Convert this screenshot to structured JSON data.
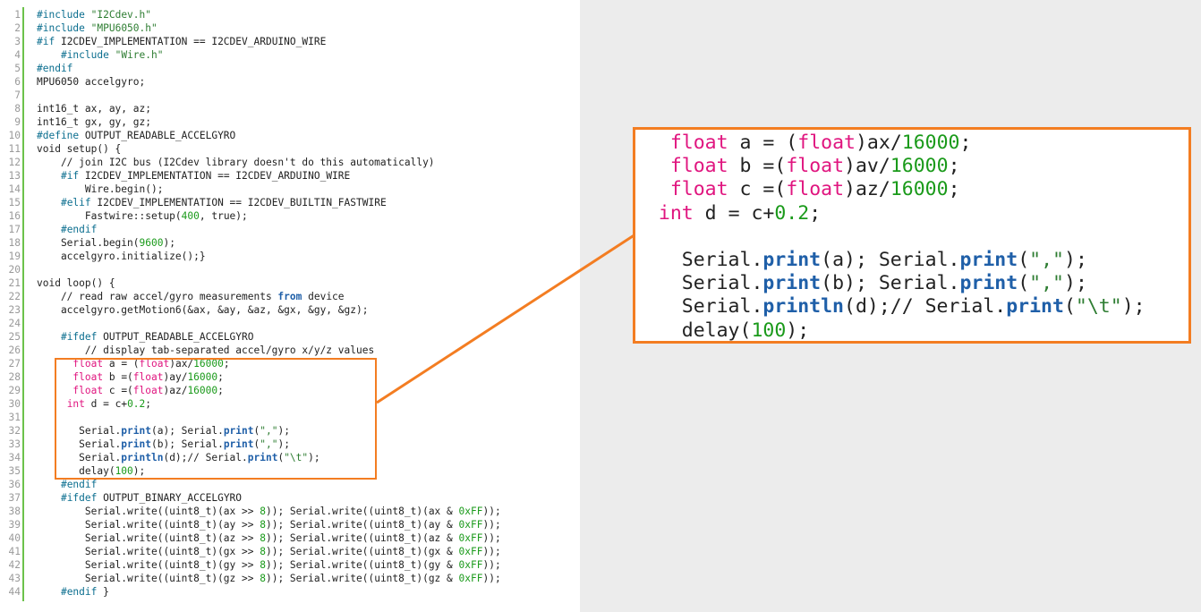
{
  "code_lines": [
    "#include \"I2Cdev.h\"",
    "#include \"MPU6050.h\"",
    "#if I2CDEV_IMPLEMENTATION == I2CDEV_ARDUINO_WIRE",
    "    #include \"Wire.h\"",
    "#endif",
    "MPU6050 accelgyro;",
    "",
    "int16_t ax, ay, az;",
    "int16_t gx, gy, gz;",
    "#define OUTPUT_READABLE_ACCELGYRO",
    "void setup() {",
    "    // join I2C bus (I2Cdev library doesn't do this automatically)",
    "    #if I2CDEV_IMPLEMENTATION == I2CDEV_ARDUINO_WIRE",
    "        Wire.begin();",
    "    #elif I2CDEV_IMPLEMENTATION == I2CDEV_BUILTIN_FASTWIRE",
    "        Fastwire::setup(400, true);",
    "    #endif",
    "    Serial.begin(9600);",
    "    accelgyro.initialize();}",
    "",
    "void loop() {",
    "    // read raw accel/gyro measurements from device",
    "    accelgyro.getMotion6(&ax, &ay, &az, &gx, &gy, &gz);",
    "",
    "    #ifdef OUTPUT_READABLE_ACCELGYRO",
    "        // display tab-separated accel/gyro x/y/z values",
    "      float a = (float)ax/16000;",
    "      float b =(float)ay/16000;",
    "      float c =(float)az/16000;",
    "     int d = c+0.2;",
    "",
    "       Serial.print(a); Serial.print(\",\");",
    "       Serial.print(b); Serial.print(\",\");",
    "       Serial.println(d);// Serial.print(\"\\t\");",
    "       delay(100);",
    "    #endif",
    "    #ifdef OUTPUT_BINARY_ACCELGYRO",
    "        Serial.write((uint8_t)(ax >> 8)); Serial.write((uint8_t)(ax & 0xFF));",
    "        Serial.write((uint8_t)(ay >> 8)); Serial.write((uint8_t)(ay & 0xFF));",
    "        Serial.write((uint8_t)(az >> 8)); Serial.write((uint8_t)(az & 0xFF));",
    "        Serial.write((uint8_t)(gx >> 8)); Serial.write((uint8_t)(gx & 0xFF));",
    "        Serial.write((uint8_t)(gy >> 8)); Serial.write((uint8_t)(gy & 0xFF));",
    "        Serial.write((uint8_t)(gz >> 8)); Serial.write((uint8_t)(gz & 0xFF));",
    "    #endif }"
  ],
  "line_numbers": [
    "1",
    "2",
    "3",
    "4",
    "5",
    "6",
    "7",
    "8",
    "9",
    "10",
    "11",
    "12",
    "13",
    "14",
    "15",
    "16",
    "17",
    "18",
    "19",
    "20",
    "21",
    "22",
    "23",
    "24",
    "25",
    "26",
    "27",
    "28",
    "29",
    "30",
    "31",
    "32",
    "33",
    "34",
    "35",
    "36",
    "37",
    "38",
    "39",
    "40",
    "41",
    "42",
    "43",
    "44"
  ],
  "zoom_lines": [
    "   float a = (float)ax/16000;",
    "   float b =(float)av/16000;",
    "   float c =(float)az/16000;",
    "  int d = c+0.2;",
    "",
    "    Serial.print(a); Serial.print(\",\");",
    "    Serial.print(b); Serial.print(\",\");",
    "    Serial.println(d);// Serial.print(\"\\t\");",
    "    delay(100);"
  ],
  "colors": {
    "highlight_border": "#f37d22",
    "gutter_bar": "#6cc24a",
    "type_pink": "#e0157f",
    "number_green": "#1a9a1a",
    "builtin_blue": "#1f5fa8"
  }
}
